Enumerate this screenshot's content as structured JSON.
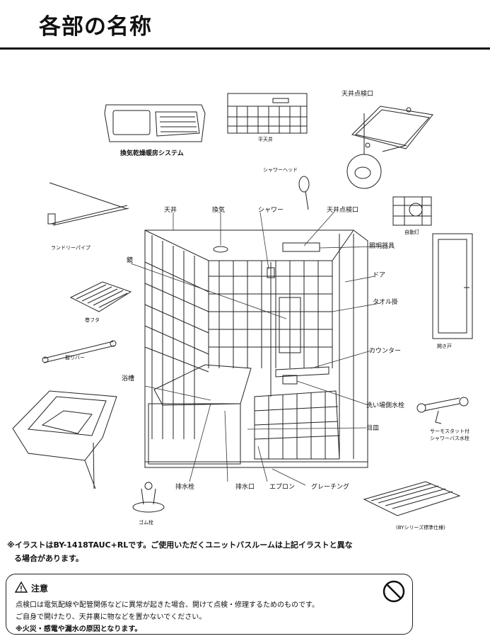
{
  "title": "各部の名称",
  "labels": {
    "kanki_system": "換気乾燥暖房システム",
    "flat_ceiling": "平天井",
    "ceiling_hatch_top": "天井点検口",
    "shower_head": "シャワーヘッド",
    "laundry_pipe": "ランドリーパイプ",
    "tenjo": "天井",
    "kanki": "換気",
    "shower": "シャワー",
    "ceiling_hatch": "天井点検口",
    "auto_light": "自動灯",
    "lighting": "照明器具",
    "mirror": "鏡",
    "door": "ドア",
    "towel_rack": "タオル掛",
    "lid": "巻フタ",
    "counter": "カウンター",
    "swing_door": "開き戸",
    "grab_bar": "握りバー",
    "bathtub": "浴槽",
    "faucet": "洗い場側水栓",
    "thermostat_valve": "サーモスタット付\nシャワーバス水栓",
    "skirt": "目皿",
    "drain_plug": "排水栓",
    "drain_outlet": "排水口",
    "apron": "エプロン",
    "grating": "グレーチング",
    "rubber_plug": "ゴム栓",
    "standard_spec": "(BYシリーズ標準仕様)"
  },
  "note": {
    "line1": "※イラストはBY-1418TAUC+RLです。ご使用いただくユニットバスルームは上記イラストと異な",
    "line2": "る場合があります。"
  },
  "caution": {
    "icon": "warning-triangle-icon",
    "heading": "注意",
    "line1": "点検口は電気配線や配管関係などに異常が起きた場合、開けて点検・修理するためのものです。",
    "line2": "ご自身で開けたり、天井裏に物などを置かないでください。",
    "line3": "※火災・感電や漏水の原因となります。",
    "prohibit_icon": "prohibition-icon"
  }
}
